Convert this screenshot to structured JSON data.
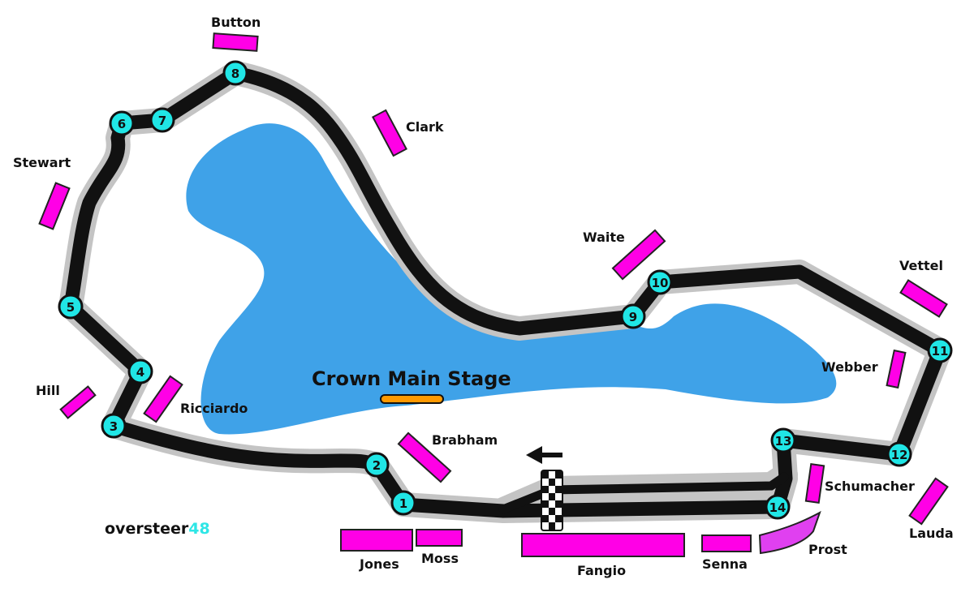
{
  "map": {
    "stage_label": "Crown Main Stage",
    "brand": {
      "name": "oversteer",
      "number": "48"
    },
    "corners": [
      "1",
      "2",
      "3",
      "4",
      "5",
      "6",
      "7",
      "8",
      "9",
      "10",
      "11",
      "12",
      "13",
      "14"
    ],
    "grandstands": [
      "Button",
      "Clark",
      "Stewart",
      "Waite",
      "Vettel",
      "Webber",
      "Hill",
      "Ricciardo",
      "Brabham",
      "Schumacher",
      "Lauda",
      "Jones",
      "Moss",
      "Fangio",
      "Senna",
      "Prost"
    ],
    "colors": {
      "track": "#111111",
      "runoff": "#c4c4c4",
      "lake": "#3fa2e8",
      "corner_marker": "#20e6e6",
      "grandstand": "#ff00e6",
      "prost_stand": "#e040f0",
      "stage": "#ff9900",
      "brand_accent": "#2ee6e6"
    },
    "icons": [
      "checkered-flag-icon",
      "direction-arrow-icon"
    ]
  }
}
